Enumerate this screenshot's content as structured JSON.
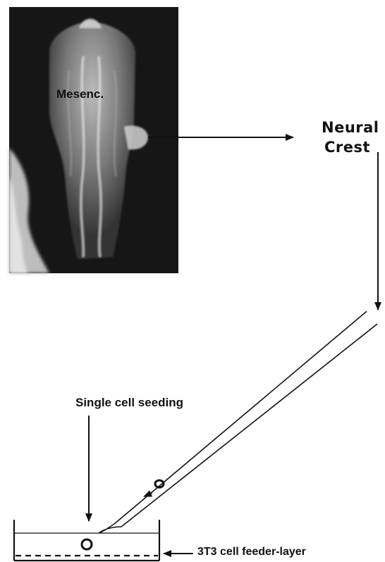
{
  "photo": {
    "description_icon": "embryo-photo",
    "overlay_label": "Mesenc.",
    "tone_dark": "#1a1a1a",
    "tone_light": "#e6e6e6"
  },
  "labels": {
    "neural_line1": "Neural",
    "neural_line2": "Crest",
    "seeding": "Single cell seeding",
    "feeder_layer": "3T3 cell feeder-layer"
  },
  "colors": {
    "ink": "#111111",
    "background": "#ffffff"
  }
}
